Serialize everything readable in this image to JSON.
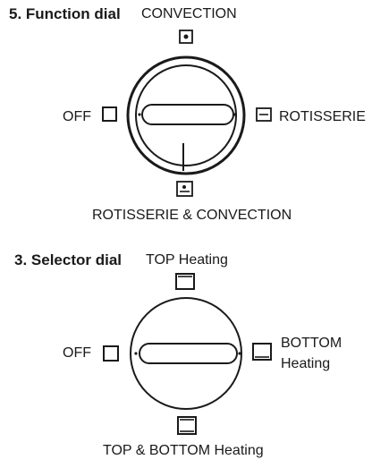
{
  "function_dial": {
    "heading": "5. Function dial",
    "top_label": "CONVECTION",
    "left_label": "OFF",
    "right_label": "ROTISSERIE",
    "bottom_label": "ROTISSERIE & CONVECTION"
  },
  "selector_dial": {
    "heading": "3. Selector dial",
    "top_label": "TOP Heating",
    "left_label": "OFF",
    "right_label_line1": "BOTTOM",
    "right_label_line2": "Heating",
    "bottom_label": "TOP & BOTTOM Heating"
  }
}
